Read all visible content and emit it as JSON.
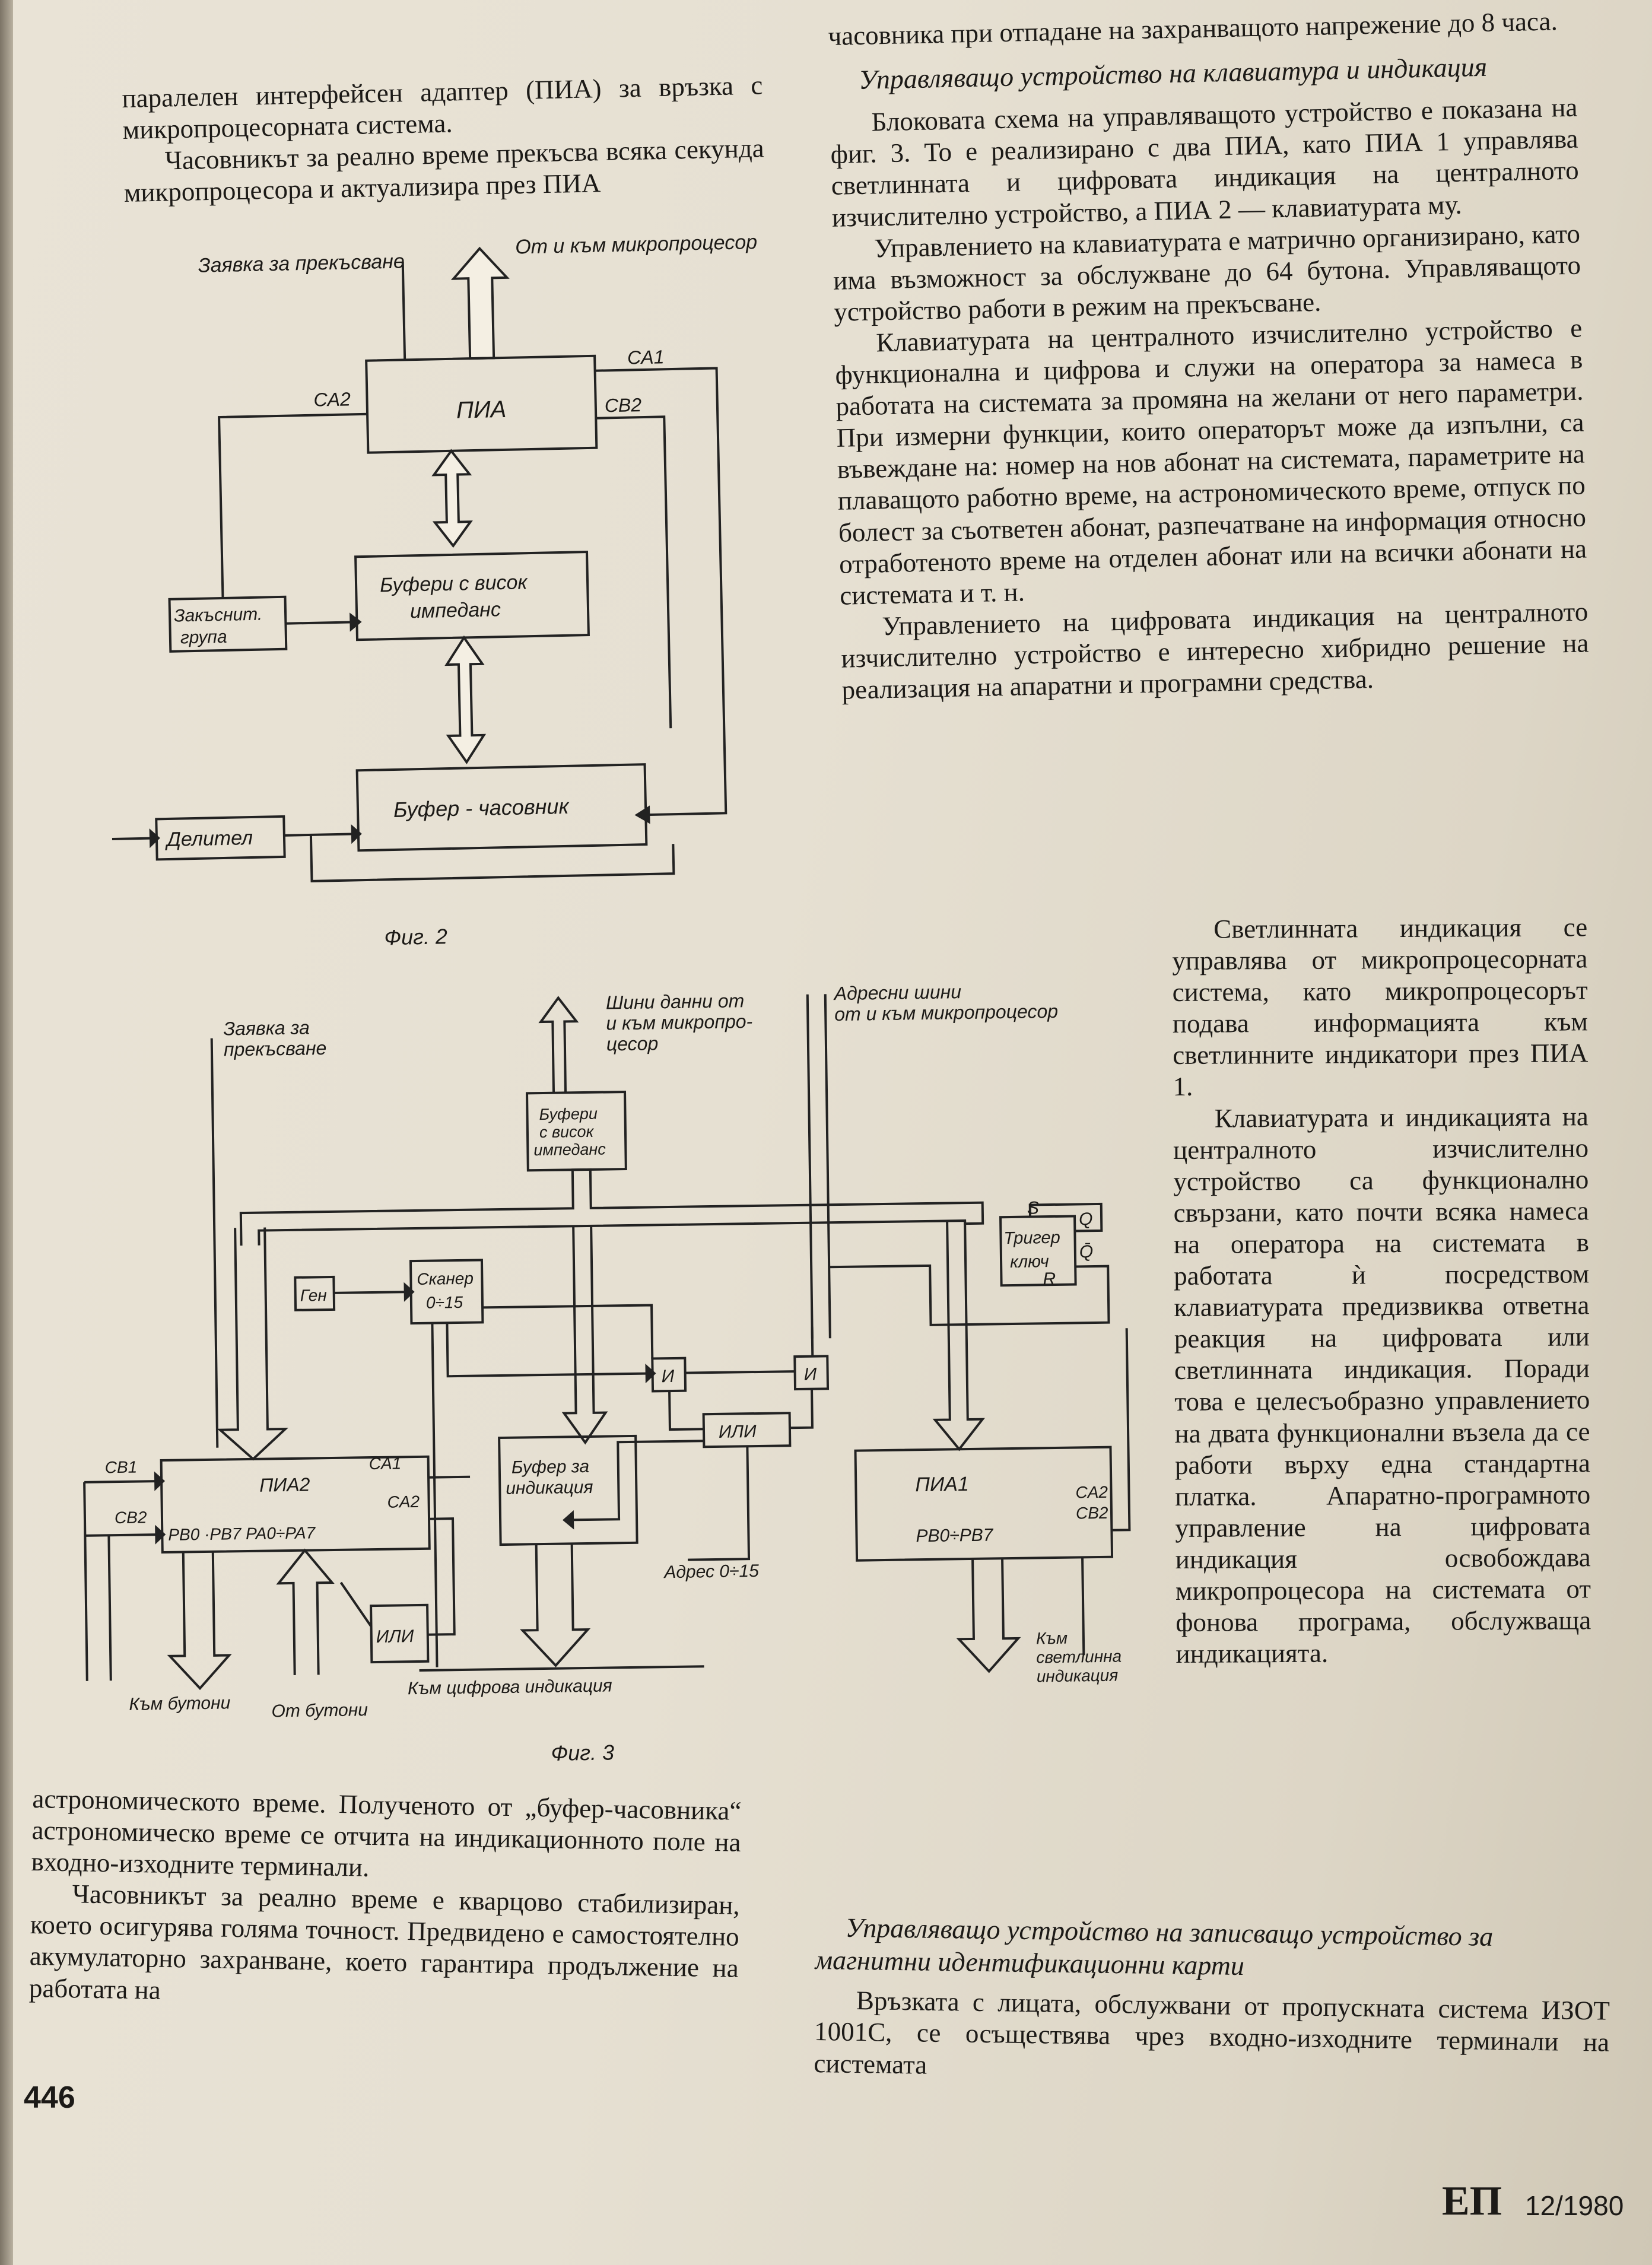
{
  "page": {
    "number": "446",
    "magazine": "ЕП",
    "issue": "12/1980"
  },
  "left_top": [
    "паралелен интерфейсен адаптер (ПИА) за връзка с микропроцесорната система.",
    "Часовникът за реално време прекъсва всяка секунда микропроцесора и актуализира през ПИА"
  ],
  "fig2": {
    "caption": "Фиг. 2",
    "labels": {
      "interrupt": "Заявка за прекъсване",
      "mp": "От и към микропроцесор",
      "pia": "ПИА",
      "ca1": "CA1",
      "ca2": "CA2",
      "cb2": "CB2",
      "buffers": [
        "Буфери с висок",
        "импеданс"
      ],
      "delay": [
        "Закъснит.",
        "група"
      ],
      "divider": "Делител",
      "clock": "Буфер - часовник"
    }
  },
  "fig3": {
    "caption": "Фиг. 3",
    "labels": {
      "interrupt": [
        "Заявка за",
        "прекъсване"
      ],
      "data_bus": [
        "Шини данни от",
        "и към микропро-",
        "цесор"
      ],
      "addr_bus": [
        "Адресни шини",
        "от и към микропроцесор"
      ],
      "hbuf": [
        "Буфери",
        "с висок",
        "импеданс"
      ],
      "gen": "Ген",
      "scanner": [
        "Скaнер",
        "0÷15"
      ],
      "trigger": [
        "Тригер",
        "ключ"
      ],
      "s": "S",
      "q": "Q",
      "qn": "Q̄",
      "r": "R",
      "and": "И",
      "or": "ИЛИ",
      "dispbuf": [
        "Буфер за",
        "индикация"
      ],
      "addr": "Адрес 0÷15",
      "pia2": "ПИА2",
      "pia2_ports": "PB0 ·PB7   PA0÷PA7",
      "pia1": "ПИА1",
      "pia1_ports": "PB0÷PB7",
      "cb1": "CB1",
      "cb2": "CB2",
      "ca1": "CA1",
      "ca2": "CA2",
      "to_buttons": "Към бутони",
      "from_buttons": "От бутони",
      "to_digital": "Към цифрова индикация",
      "to_light": [
        "Към",
        "светлинна",
        "индикация"
      ]
    }
  },
  "left_bottom": [
    "астрономическото време. Полученото от „буфер-часовника“ астрономическо време се отчита на индикационното поле на входно-изходните терминали.",
    "Часовникът за реално време е кварцово стабилизиран, което осигурява голяма точност. Предвидено е самостоятелно акумулаторно захранване, което гарантира продължение на работата на"
  ],
  "right_top": "часовника при отпадане на захранващото напрежение до 8 часа.",
  "heading1": "Управляващо устройство на клавиатура и индикация",
  "right_paras": [
    "Блоковата схема на управляващото устройство е показана на фиг. 3. То е реализирано с два ПИА, като ПИА 1 управлява светлинната и цифровата индикация на централното изчислително устройство, а ПИА 2 — клавиатурата му.",
    "Управлението на клавиатурата е матрично организирано, като има възможност за обслужване до 64 бутона. Управляващото устройство работи в режим на прекъсване.",
    "Клавиатурата на централното изчислително устройство е функционална и цифрова и служи на оператора за намеса в работата на системата за промяна на желани от него параметри. При измерни функции, които операторът може да изпълни, са въвеждане на: номер на нов абонат на системата, параметрите на плаващото работно време, на астрономическото време, отпуск по болест за съответен абонат, разпечатване на информация относно отработеното време на отделен абонат или на всички абонати на системата и т. н.",
    "Управлението на цифровата индикация на централното изчислително устройство е интересно хибридно решение на реализация на апаратни и програмни средства."
  ],
  "narrow_paras": [
    "Светлинната индикация се управлява от микропроцесорната система, като микропроцесорът подава информацията към светлинните индикатори през ПИА 1.",
    "Клавиатурата и индикацията на централното изчислително устройство са функционално свързани, като почти всяка намеса на оператора на системата в работата ѝ посредством клавиатурата предизвиква ответна реакция на цифровата или светлинната индикация. Поради това е целесъобразно управлението на двата функционални възела да се работи върху една стандартна платка. Апаратно-програмното управление на цифровата индикация освобождава микропроцесора на системата от фонова програма, обслужваща индикацията."
  ],
  "heading2": "Управляващо устройство на записващо устройство за магнитни идентификационни карти",
  "right_bottom": "Връзката с лицата, обслужвани от пропускната система ИЗОТ 1001С, се осъществява чрез входно-изходните терминали на системата"
}
